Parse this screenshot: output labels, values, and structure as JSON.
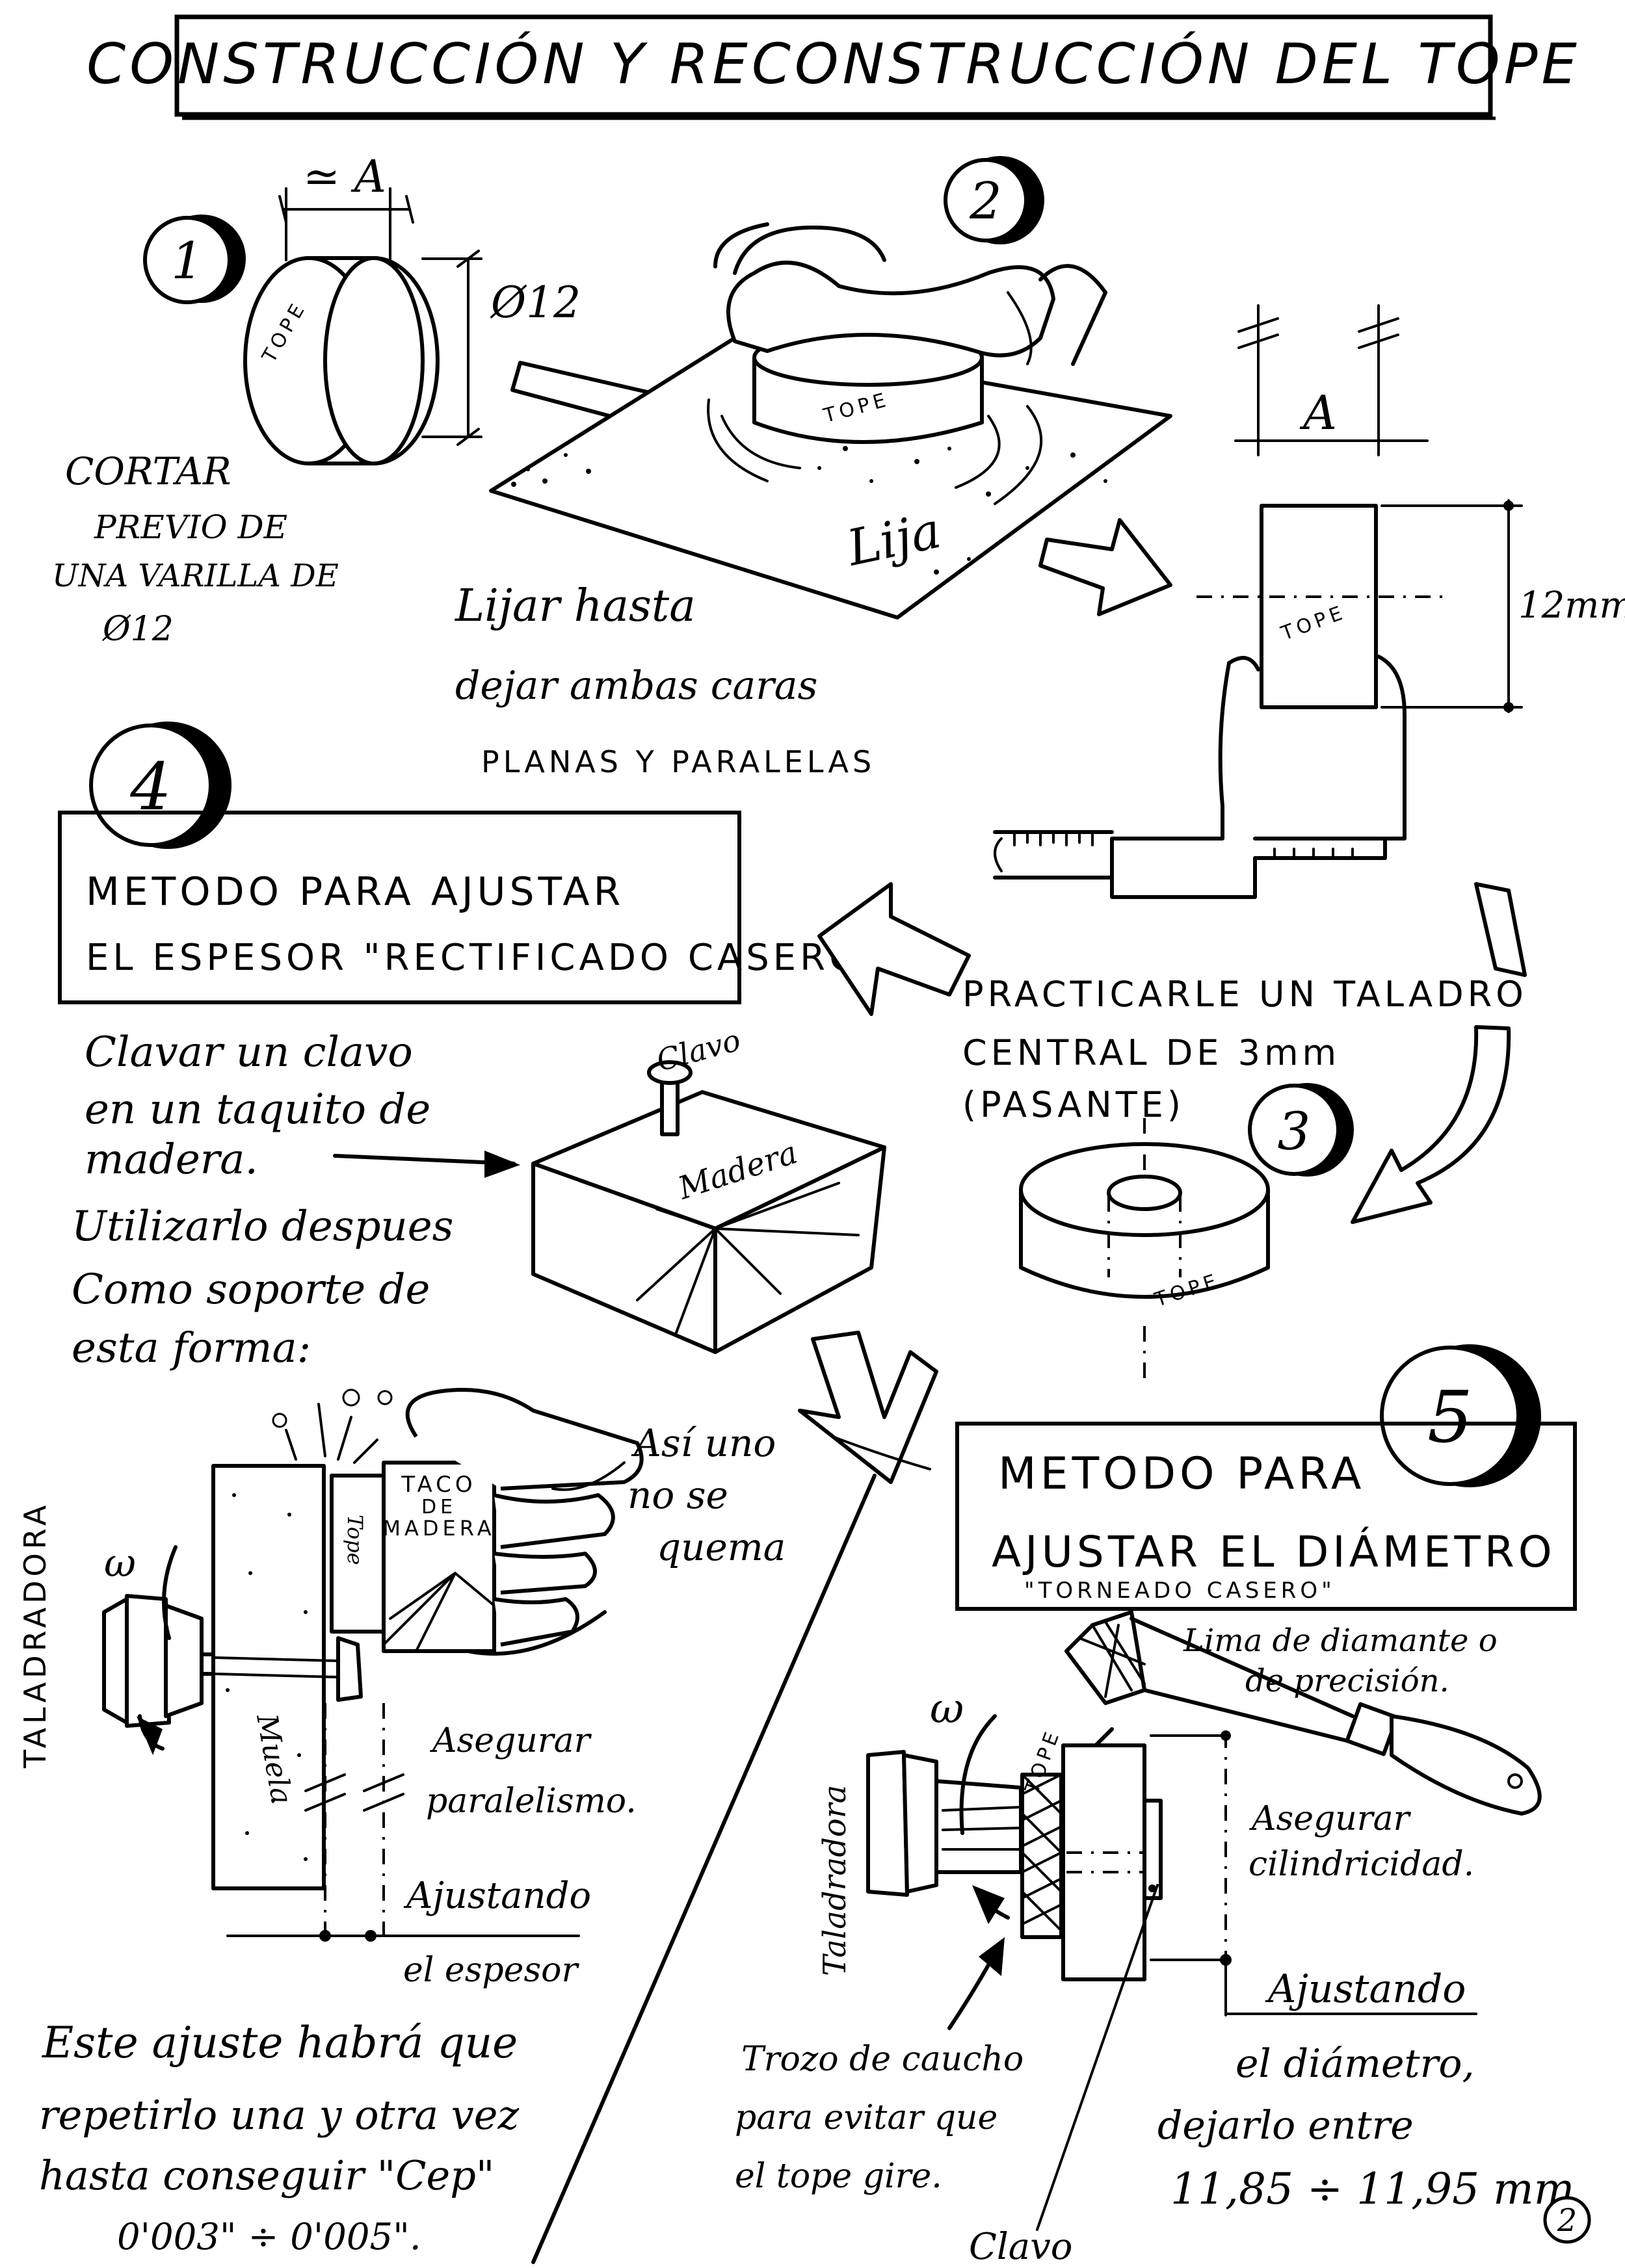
{
  "title": "CONSTRUCCIÓN Y RECONSTRUCCIÓN DEL TOPE",
  "page_number": "2",
  "colors": {
    "ink": "#000000",
    "paper": "#ffffff"
  },
  "steps": {
    "s1": {
      "number": "1",
      "dim_a": "≃ A",
      "dim_diameter": "Ø12",
      "part_label": "TOPE",
      "text": [
        "CORTAR",
        "PREVIO DE",
        "UNA VARILLA DE",
        "Ø12"
      ]
    },
    "s2": {
      "number": "2",
      "part_label": "TOPE",
      "sandpaper_label": "Lija",
      "text": [
        "Lijar hasta",
        "dejar ambas caras",
        "PLANAS Y PARALELAS"
      ]
    },
    "caliper": {
      "dim_a": "A",
      "dim_height": "12mm",
      "part_label": "TOPE"
    },
    "s3": {
      "number": "3",
      "part_label": "TOPE",
      "text": [
        "PRACTICARLE UN TALADRO",
        "CENTRAL DE 3mm",
        "(PASANTE)"
      ]
    },
    "s4": {
      "number": "4",
      "box": [
        "METODO PARA AJUSTAR",
        "EL ESPESOR \"RECTIFICADO CASERO\""
      ],
      "text": [
        "Clavar un clavo",
        "en un taquito de",
        "madera.",
        "Utilizarlo despues",
        "Como soporte de",
        "esta forma:"
      ],
      "clavo_label": "Clavo",
      "madera_label": "Madera",
      "burn_note": [
        "Así uno",
        "no se",
        "quema"
      ],
      "taco_label": [
        "TACO",
        "DE",
        "MADERA"
      ],
      "tope_label": "Tope",
      "muela_label": "Muela",
      "omega": "ω",
      "taladradora": "TALADRADORA",
      "parallel_note": [
        "Asegurar",
        "paralelismo."
      ],
      "adjust_note": [
        "Ajustando",
        "el espesor"
      ],
      "repeat_note": [
        "Este ajuste habrá que",
        "repetirlo una y otra vez",
        "hasta conseguir \"Cep\"",
        "0'003\" ÷ 0'005\"."
      ]
    },
    "s5": {
      "number": "5",
      "box": [
        "METODO PARA",
        "AJUSTAR EL DIÁMETRO"
      ],
      "box_sub": "\"TORNEADO CASERO\"",
      "file_note": [
        "Lima de diamante o",
        "de precisión."
      ],
      "tope_label": "TOPE",
      "omega": "ω",
      "taladradora": "Taladradora",
      "cylinder_note": [
        "Asegurar",
        "cilindricidad."
      ],
      "rubber_note": [
        "Trozo de caucho",
        "para evitar que",
        "el tope gire."
      ],
      "clavo_label": "Clavo",
      "adjust_note": [
        "Ajustando",
        "el diámetro,",
        "dejarlo entre"
      ],
      "range": "11,85 ÷ 11,95 mm"
    }
  }
}
